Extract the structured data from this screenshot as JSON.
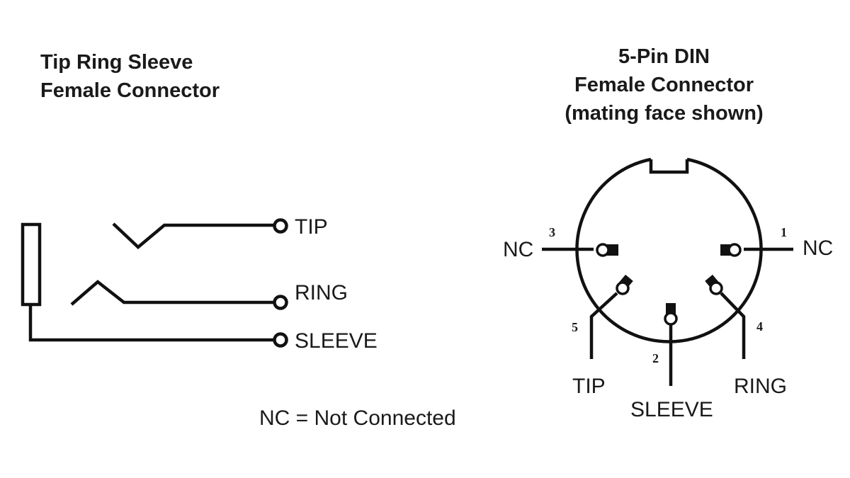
{
  "trs": {
    "title_line1": "Tip Ring Sleeve",
    "title_line2": "Female Connector",
    "tip_label": "TIP",
    "ring_label": "RING",
    "sleeve_label": "SLEEVE"
  },
  "din": {
    "title_line1": "5-Pin DIN",
    "title_line2": "Female Connector",
    "title_line3": "(mating face shown)",
    "pin1_number": "1",
    "pin2_number": "2",
    "pin3_number": "3",
    "pin4_number": "4",
    "pin5_number": "5",
    "pin1_label": "NC",
    "pin2_label": "SLEEVE",
    "pin3_label": "NC",
    "pin4_label": "RING",
    "pin5_label": "TIP"
  },
  "legend": {
    "nc_note": "NC = Not Connected"
  }
}
